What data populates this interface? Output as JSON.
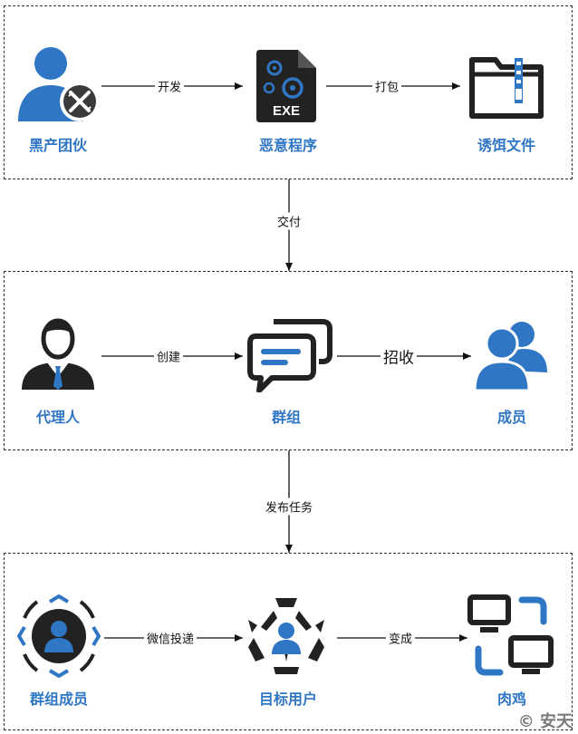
{
  "nodes": {
    "gang": "黑产团伙",
    "malware": "恶意程序",
    "bait": "诱饵文件",
    "agent": "代理人",
    "group": "群组",
    "member": "成员",
    "group_member": "群组成员",
    "target_user": "目标用户",
    "zombie": "肉鸡"
  },
  "edges": {
    "develop": "开发",
    "package": "打包",
    "deliver": "交付",
    "create": "创建",
    "recruit": "招收",
    "assign_task": "发布任务",
    "wechat_delivery": "微信投递",
    "become": "变成"
  },
  "icons": {
    "malware_badge": "EXE"
  },
  "watermark": {
    "text": "安天"
  },
  "colors": {
    "accent_blue": "#2f76c4",
    "dark": "#222222"
  }
}
